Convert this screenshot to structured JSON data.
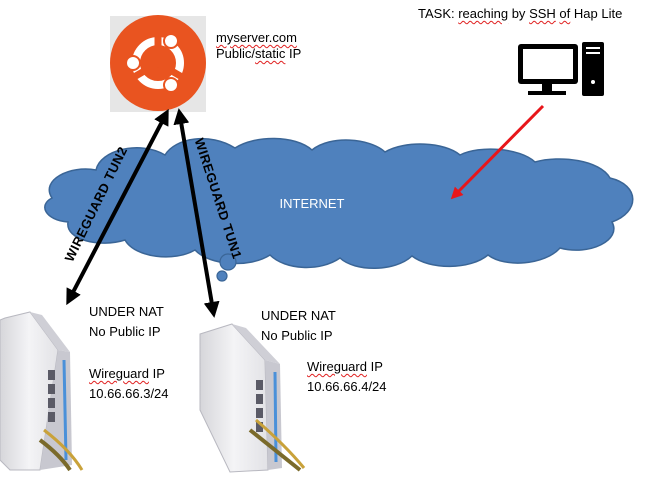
{
  "task": {
    "prefix": "TASK: ",
    "w1": "reaching",
    "mid1": " by ",
    "w2": "SSH",
    "mid2": " ",
    "w3": "of",
    "mid3": " Hap Lite"
  },
  "server": {
    "name": "myserver.com",
    "ip_prefix": "Public/",
    "ip_static": "static",
    "ip_suffix": " IP"
  },
  "internet_label": "INTERNET",
  "tunnels": {
    "tun2": "WIREGUARD TUN2",
    "tun1": "WIREGUARD TUN1"
  },
  "router_left": {
    "nat": "UNDER NAT",
    "public": "No Public IP",
    "wg_word": "Wireguard",
    "wg_suffix": " IP",
    "wg_ip": "10.66.66.3/24"
  },
  "router_right": {
    "nat": "UNDER NAT",
    "public": "No Public IP",
    "wg_word": "Wireguard",
    "wg_suffix": " IP",
    "wg_ip": "10.66.66.4/24"
  },
  "colors": {
    "ubuntu": "#E95420",
    "cloud": "#4F81BD",
    "cloud_edge": "#3A6596",
    "red_arrow": "#E8161A",
    "router_body": "#E8E8EA",
    "router_blue": "#4A90D9"
  },
  "icons": [
    "ubuntu-logo-icon",
    "desktop-computer-icon",
    "router-icon"
  ]
}
